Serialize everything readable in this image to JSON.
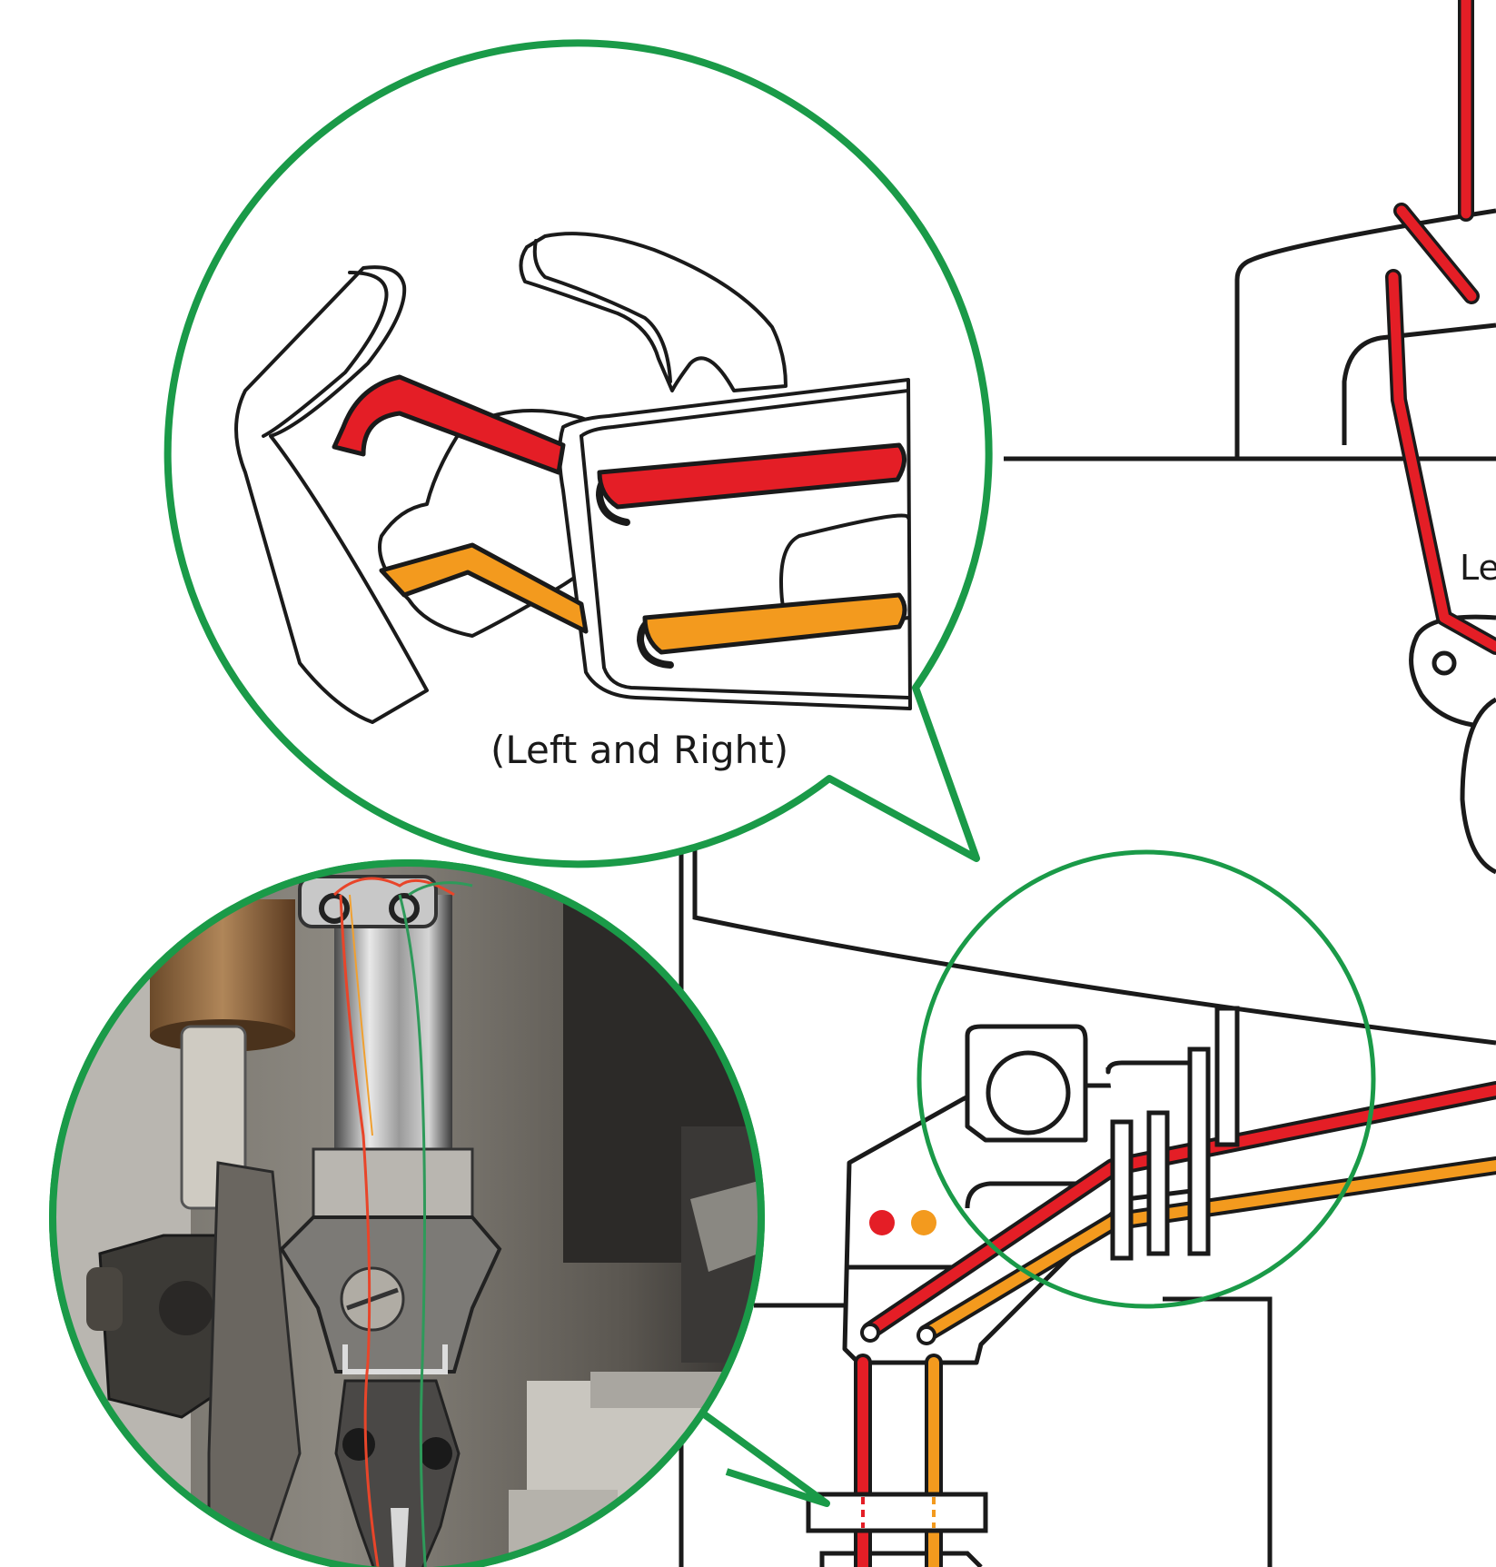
{
  "callout_caption": "(Left and Right)",
  "partial_side_label": "Le",
  "colors": {
    "callout_border": "#1a9a48",
    "red_thread": "#e41e26",
    "orange_thread": "#f39a1e",
    "outline": "#1a1a1a",
    "green_thread": "#2e9a5a"
  },
  "thread_indicators": [
    {
      "name": "red-thread-dot",
      "color": "#e41e26"
    },
    {
      "name": "orange-thread-dot",
      "color": "#f39a1e"
    }
  ]
}
